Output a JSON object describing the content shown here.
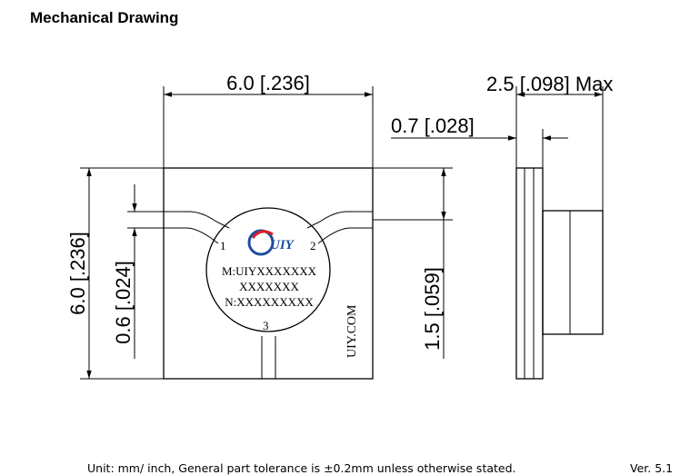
{
  "header": {
    "title": "Mechanical Drawing"
  },
  "front_view": {
    "width_dim": "6.0 [.236]",
    "height_dim": "6.0 [.236]",
    "port_width_dim": "0.6 [.024]",
    "port_offset_dim": "1.5 [.059]",
    "logo_text": "UIY",
    "ports": [
      "1",
      "2",
      "3"
    ],
    "marking_model": "M:UIYXXXXXXX",
    "marking_code": "XXXXXXX",
    "marking_serial": "N:XXXXXXXXX",
    "website": "UIY.COM"
  },
  "side_view": {
    "max_height_dim": "2.5 [.098] Max",
    "base_thickness_dim": "0.7 [.028]"
  },
  "footer": {
    "note": "Unit: mm/ inch, General part tolerance is ±0.2mm unless otherwise stated.",
    "version": "Ver. 5.1"
  },
  "colors": {
    "logo_blue": "#1f4e9e",
    "logo_red": "#d8202a"
  }
}
